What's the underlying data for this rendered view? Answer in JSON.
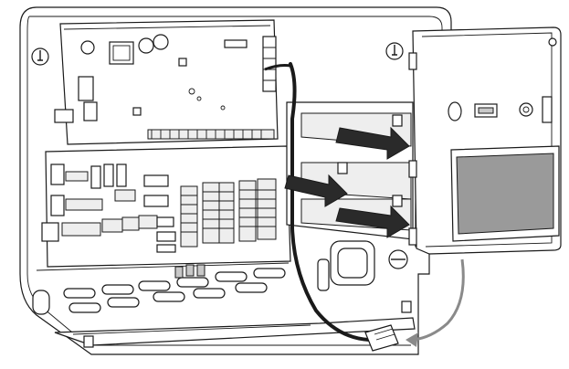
{
  "figure": {
    "colors": {
      "line": "#1a1a1a",
      "housing": "#ffffff",
      "panel_light": "#eeeeee",
      "panel_mid": "#c8c8c8",
      "display": "#9a9a9a",
      "arrow": "#2a2a2a",
      "guide_arrow": "#8a8a8a"
    },
    "arrows": [
      {
        "id": "upper",
        "direction": "right"
      },
      {
        "id": "middle",
        "direction": "right"
      },
      {
        "id": "lower",
        "direction": "right"
      }
    ],
    "icons": [
      "screw-icon",
      "cable-connector-icon",
      "curved-guide-arrow-icon"
    ]
  }
}
